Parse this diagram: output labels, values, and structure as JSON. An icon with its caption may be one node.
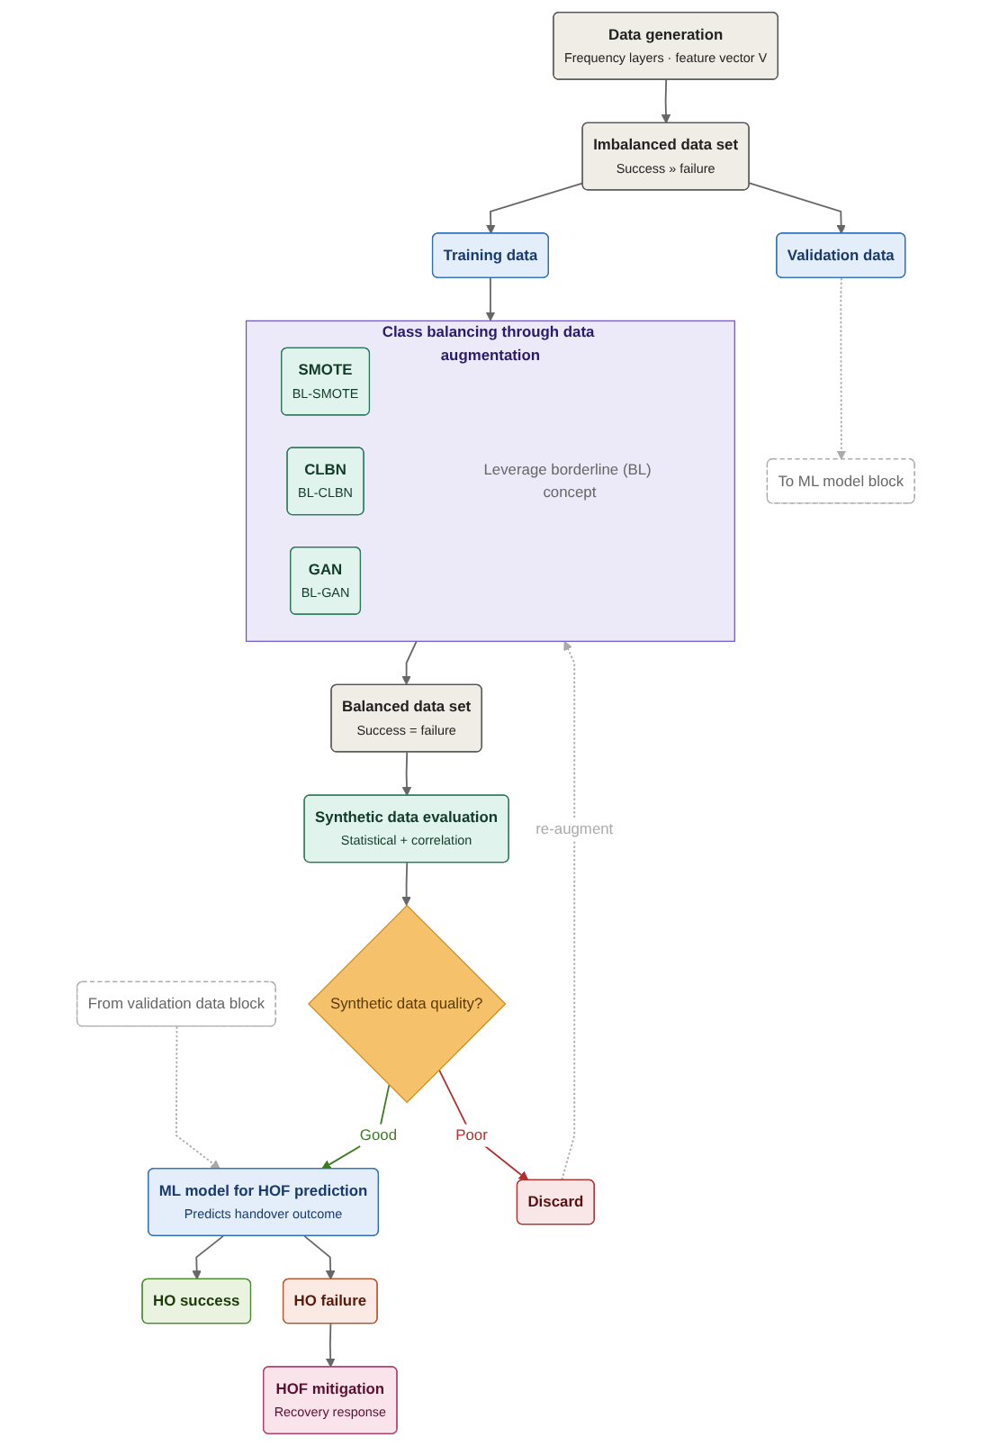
{
  "diagram": {
    "nodes": [
      {
        "text": [
          "Data generation",
          "Frequency layers · feature vector V"
        ]
      },
      {
        "text": [
          "Imbalanced data set",
          "Success » failure"
        ]
      },
      {
        "text": [
          "Training data"
        ]
      },
      {
        "text": [
          "Validation data"
        ]
      },
      {
        "text": [
          "To ML model block"
        ]
      },
      {
        "text": [
          "Class balancing through data augmentation",
          "Leverage borderline (BL) concept"
        ]
      },
      {
        "text": [
          "SMOTE",
          "BL-SMOTE"
        ],
        "in": 5
      },
      {
        "text": [
          "CLBN",
          "BL-CLBN"
        ],
        "in": 5
      },
      {
        "text": [
          "GAN",
          "BL-GAN"
        ],
        "in": 5
      },
      {
        "text": [
          "Balanced data set",
          "Success = failure"
        ]
      },
      {
        "text": [
          "Synthetic data evaluation",
          "Statistical + correlation"
        ]
      },
      {
        "text": [
          "From validation data block"
        ]
      },
      {
        "text": [
          "Synthetic data quality?"
        ]
      },
      {
        "text": [
          "ML model for HOF prediction",
          "Predicts handover outcome"
        ]
      },
      {
        "text": [
          "Discard"
        ]
      },
      {
        "text": [
          "HO success"
        ]
      },
      {
        "text": [
          "HO failure"
        ]
      },
      {
        "text": [
          "HOF mitigation",
          "Recovery response"
        ]
      }
    ],
    "edges": [
      {
        "from": 0,
        "to": 1,
        "arrow": "to"
      },
      {
        "from": 1,
        "to": 2,
        "arrow": "to"
      },
      {
        "from": 1,
        "to": 3,
        "arrow": "to"
      },
      {
        "from": 3,
        "to": 4,
        "arrow": "to",
        "style": "dashed",
        "color": "#aaaaaa"
      },
      {
        "from": 2,
        "to": 5,
        "arrow": "to"
      },
      {
        "from": 5,
        "to": 9,
        "arrow": "to"
      },
      {
        "from": 9,
        "to": 10,
        "arrow": "to"
      },
      {
        "from": 10,
        "to": 12,
        "arrow": "to"
      },
      {
        "from": 12,
        "to": 13,
        "arrow": "to",
        "label": "Good",
        "color": "#3a7d1e"
      },
      {
        "from": 12,
        "to": 14,
        "arrow": "to",
        "label": "Poor",
        "color": "#b03030"
      },
      {
        "from": 14,
        "to": 5,
        "arrow": "to",
        "label": "re-augment",
        "style": "dashed",
        "color": "#aaaaaa"
      },
      {
        "from": 11,
        "to": 13,
        "arrow": "to",
        "style": "dashed",
        "color": "#aaaaaa"
      },
      {
        "from": 13,
        "to": 15,
        "arrow": "to"
      },
      {
        "from": 13,
        "to": 16,
        "arrow": "to"
      },
      {
        "from": 16,
        "to": 17,
        "arrow": "to"
      }
    ]
  }
}
